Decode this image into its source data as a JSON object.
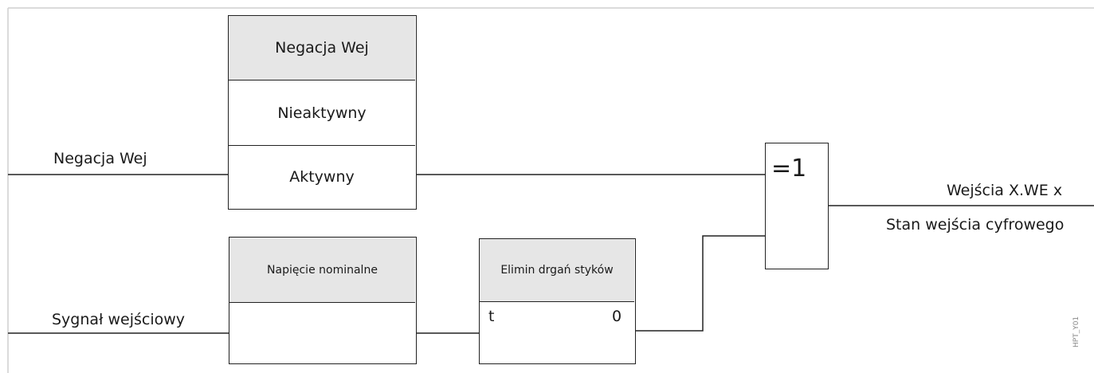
{
  "signals": {
    "input_negation": "Negacja Wej",
    "input_signal": "Sygnał wejściowy",
    "output_name": "Wejścia X.WE x",
    "output_desc": "Stan wejścia cyfrowego"
  },
  "negation_block": {
    "header": "Negacja Wej",
    "option_inactive": "Nieaktywny",
    "option_active": "Aktywny"
  },
  "voltage_block": {
    "header": "Napięcie nominalne"
  },
  "debounce_block": {
    "header": "Elimin drgań styków",
    "t_label": "t",
    "zero_label": "0"
  },
  "xor_gate": {
    "label": "=1"
  },
  "watermark": "HPT_Y01"
}
